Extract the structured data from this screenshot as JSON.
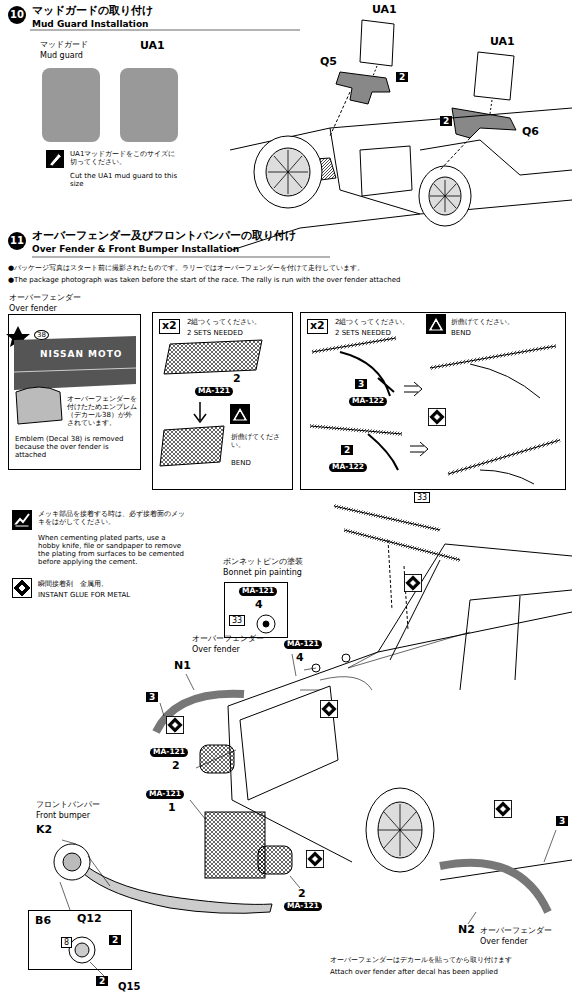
{
  "diagram": {
    "nodes": [
      {
        "text": [
          "オーバーフェンダー",
          "Over fender",
          "オーバーフェンダーを付けたためエンブレム（デカール38）が外されています。",
          "Emblem (Decal 38) is removed because the over fender is attached"
        ]
      },
      {
        "text": [
          "x2",
          "2組つくってください。",
          "2 SETS NEEDED",
          "MA-121",
          "2",
          "折曲げてください。",
          "BEND"
        ]
      },
      {
        "text": [
          "x2",
          "2組つくってください。",
          "2 SETS NEEDED",
          "折曲げてください。",
          "BEND",
          "3",
          "MA-122",
          "2",
          "MA-122"
        ]
      },
      {
        "text": [
          "ボンネットピンの塗装",
          "Bonnet pin painting",
          "MA-121",
          "4",
          "33"
        ]
      },
      {
        "text": [
          "B6",
          "Q12",
          "8",
          "2"
        ]
      }
    ],
    "labels": [
      "10",
      "マッドガードの取り付け",
      "Mud Guard Installation",
      "マッドガード",
      "Mud guard",
      "UA1",
      "UA1マッドガードをこのサイズに切ってください。",
      "Cut the UA1 mud guard to this size",
      "UA1",
      "Q5",
      "2",
      "UA1",
      "2",
      "Q6",
      "11",
      "オーバーフェンダー及びフロントバンパーの取り付け",
      "Over Fender & Front Bumper Installation",
      "●パッケージ写真はスタート前に撮影されたものです。ラリーではオーバーフェンダーを付けて走行しています。",
      "●The package photograph was taken before the start of the race. The rally is run with the over fender attached",
      "38",
      "NISSAN MOTO",
      "メッキ部品を接着する時は、必ず接着面のメッキをはがしてください。",
      "When cementing plated parts, use a hobby knife, file or sandpaper to remove the plating from surfaces to be cemented before applying the cement.",
      "瞬間接着剤　金属用。",
      "INSTANT GLUE FOR METAL",
      "33",
      "オーバーフェンダー",
      "Over fender",
      "N1",
      "3",
      "MA-121",
      "4",
      "MA-121",
      "2",
      "フロントバンパー",
      "Front bumper",
      "K2",
      "MA-121",
      "1",
      "2",
      "MA-121",
      "3",
      "N2",
      "オーバーフェンダー",
      "Over fender",
      "2",
      "Q15",
      "オーバーフェンダーはデカールを貼ってから取り付けます",
      "Attach over fender after decal has been applied"
    ]
  }
}
